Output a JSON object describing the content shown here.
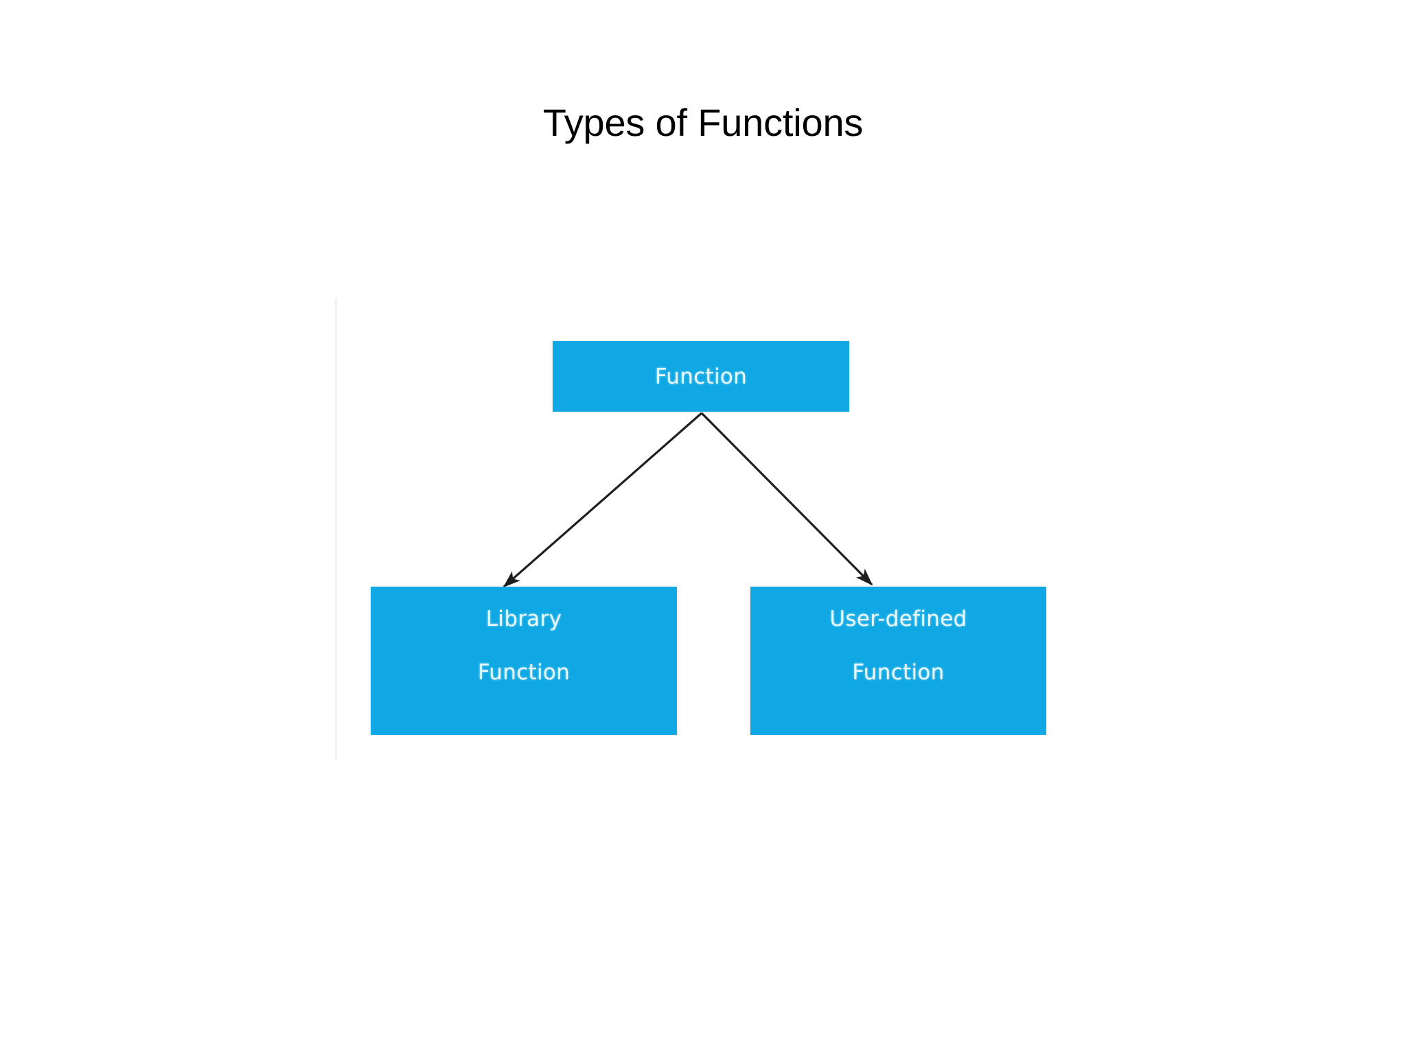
{
  "slide": {
    "title": "Types of Functions",
    "background_color": "#ffffff",
    "title_color": "#000000"
  },
  "diagram": {
    "type": "tree",
    "node_fill_color": "#0FA8E4",
    "node_text_color": "#EAF9FF",
    "connector_color": "#262626",
    "nodes": [
      {
        "id": "root",
        "label": "Function",
        "line_1": "Function",
        "line_2": "",
        "level": 0
      },
      {
        "id": "library",
        "label": "Library Function",
        "line_1": "Library",
        "line_2": "Function",
        "level": 1
      },
      {
        "id": "user-defined",
        "label": "User-defined Function",
        "line_1": "User-defined",
        "line_2": "Function",
        "level": 1
      }
    ],
    "edges": [
      {
        "from": "root",
        "to": "library",
        "arrow": "single"
      },
      {
        "from": "root",
        "to": "user-defined",
        "arrow": "single"
      }
    ]
  }
}
